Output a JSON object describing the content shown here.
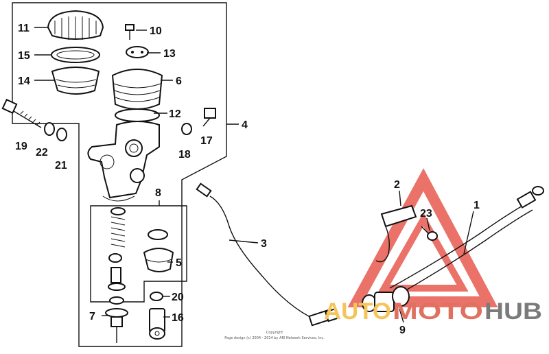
{
  "labels": {
    "l1": "1",
    "l2": "2",
    "l3": "3",
    "l4": "4",
    "l5": "5",
    "l6": "6",
    "l7": "7",
    "l8": "8",
    "l9": "9",
    "l10": "10",
    "l11": "11",
    "l12": "12",
    "l13": "13",
    "l14": "14",
    "l15": "15",
    "l16": "16",
    "l17": "17",
    "l18": "18",
    "l19": "19",
    "l20": "20",
    "l21": "21",
    "l22": "22",
    "l23": "23"
  },
  "copyright": {
    "line1": "Copyright",
    "line2": "Page design (c) 2004 - 2014 by ARI Network Services, Inc."
  },
  "watermark": {
    "auto": "AUTO",
    "moto": "MOTO",
    "hub": "HUB",
    "color_auto": "#f5c45a",
    "color_moto": "#e0705f",
    "color_hub": "#7b7b7b",
    "logo_color": "#e85a4f"
  }
}
